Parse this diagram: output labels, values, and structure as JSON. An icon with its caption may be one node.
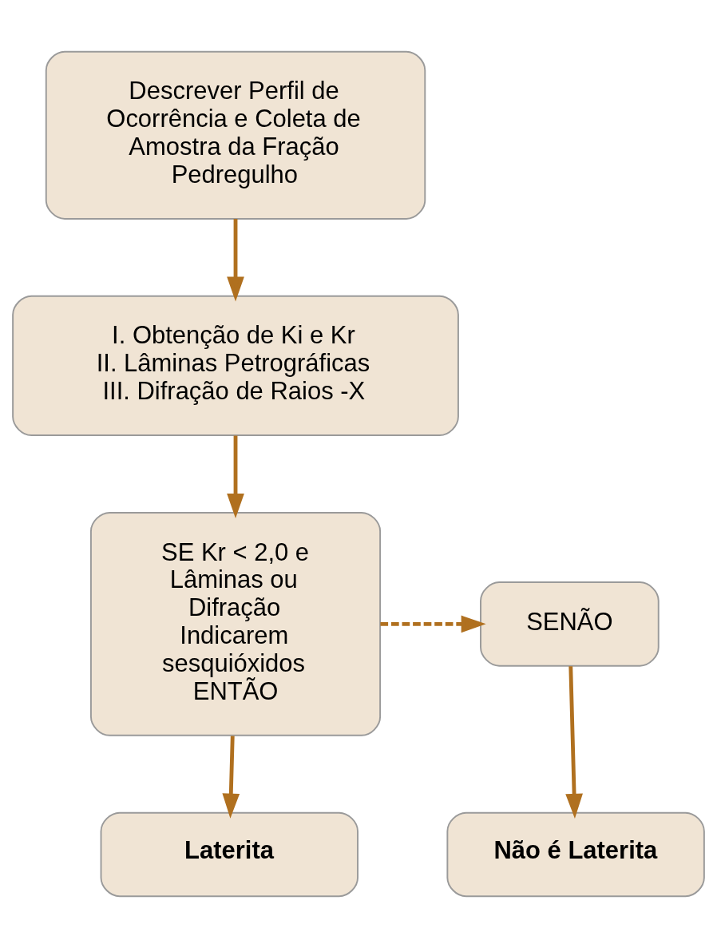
{
  "diagram": {
    "nodes": [
      {
        "text": [
          "Descrever Perfil de Ocorrência e Coleta de Amostra da Fração Pedregulho"
        ]
      },
      {
        "text": [
          "I. Obtenção de Ki e Kr",
          "II. Lâminas Petrográficas",
          "III. Difração de Raios -X"
        ]
      },
      {
        "text": [
          "SE Kr < 2,0 e Lâminas ou Difração Indicarem sesquióxidos ENTÃO"
        ]
      },
      {
        "text": [
          "SENÃO"
        ]
      },
      {
        "text": [
          "Laterita"
        ]
      },
      {
        "text": [
          "Não é Laterita"
        ]
      }
    ],
    "edges": [
      {
        "from": 0,
        "to": 1,
        "arrow": "to"
      },
      {
        "from": 1,
        "to": 2,
        "arrow": "to"
      },
      {
        "from": 2,
        "to": 3,
        "arrow": "to",
        "style": "dashed"
      },
      {
        "from": 2,
        "to": 4,
        "arrow": "to"
      },
      {
        "from": 3,
        "to": 5,
        "arrow": "to"
      }
    ]
  }
}
